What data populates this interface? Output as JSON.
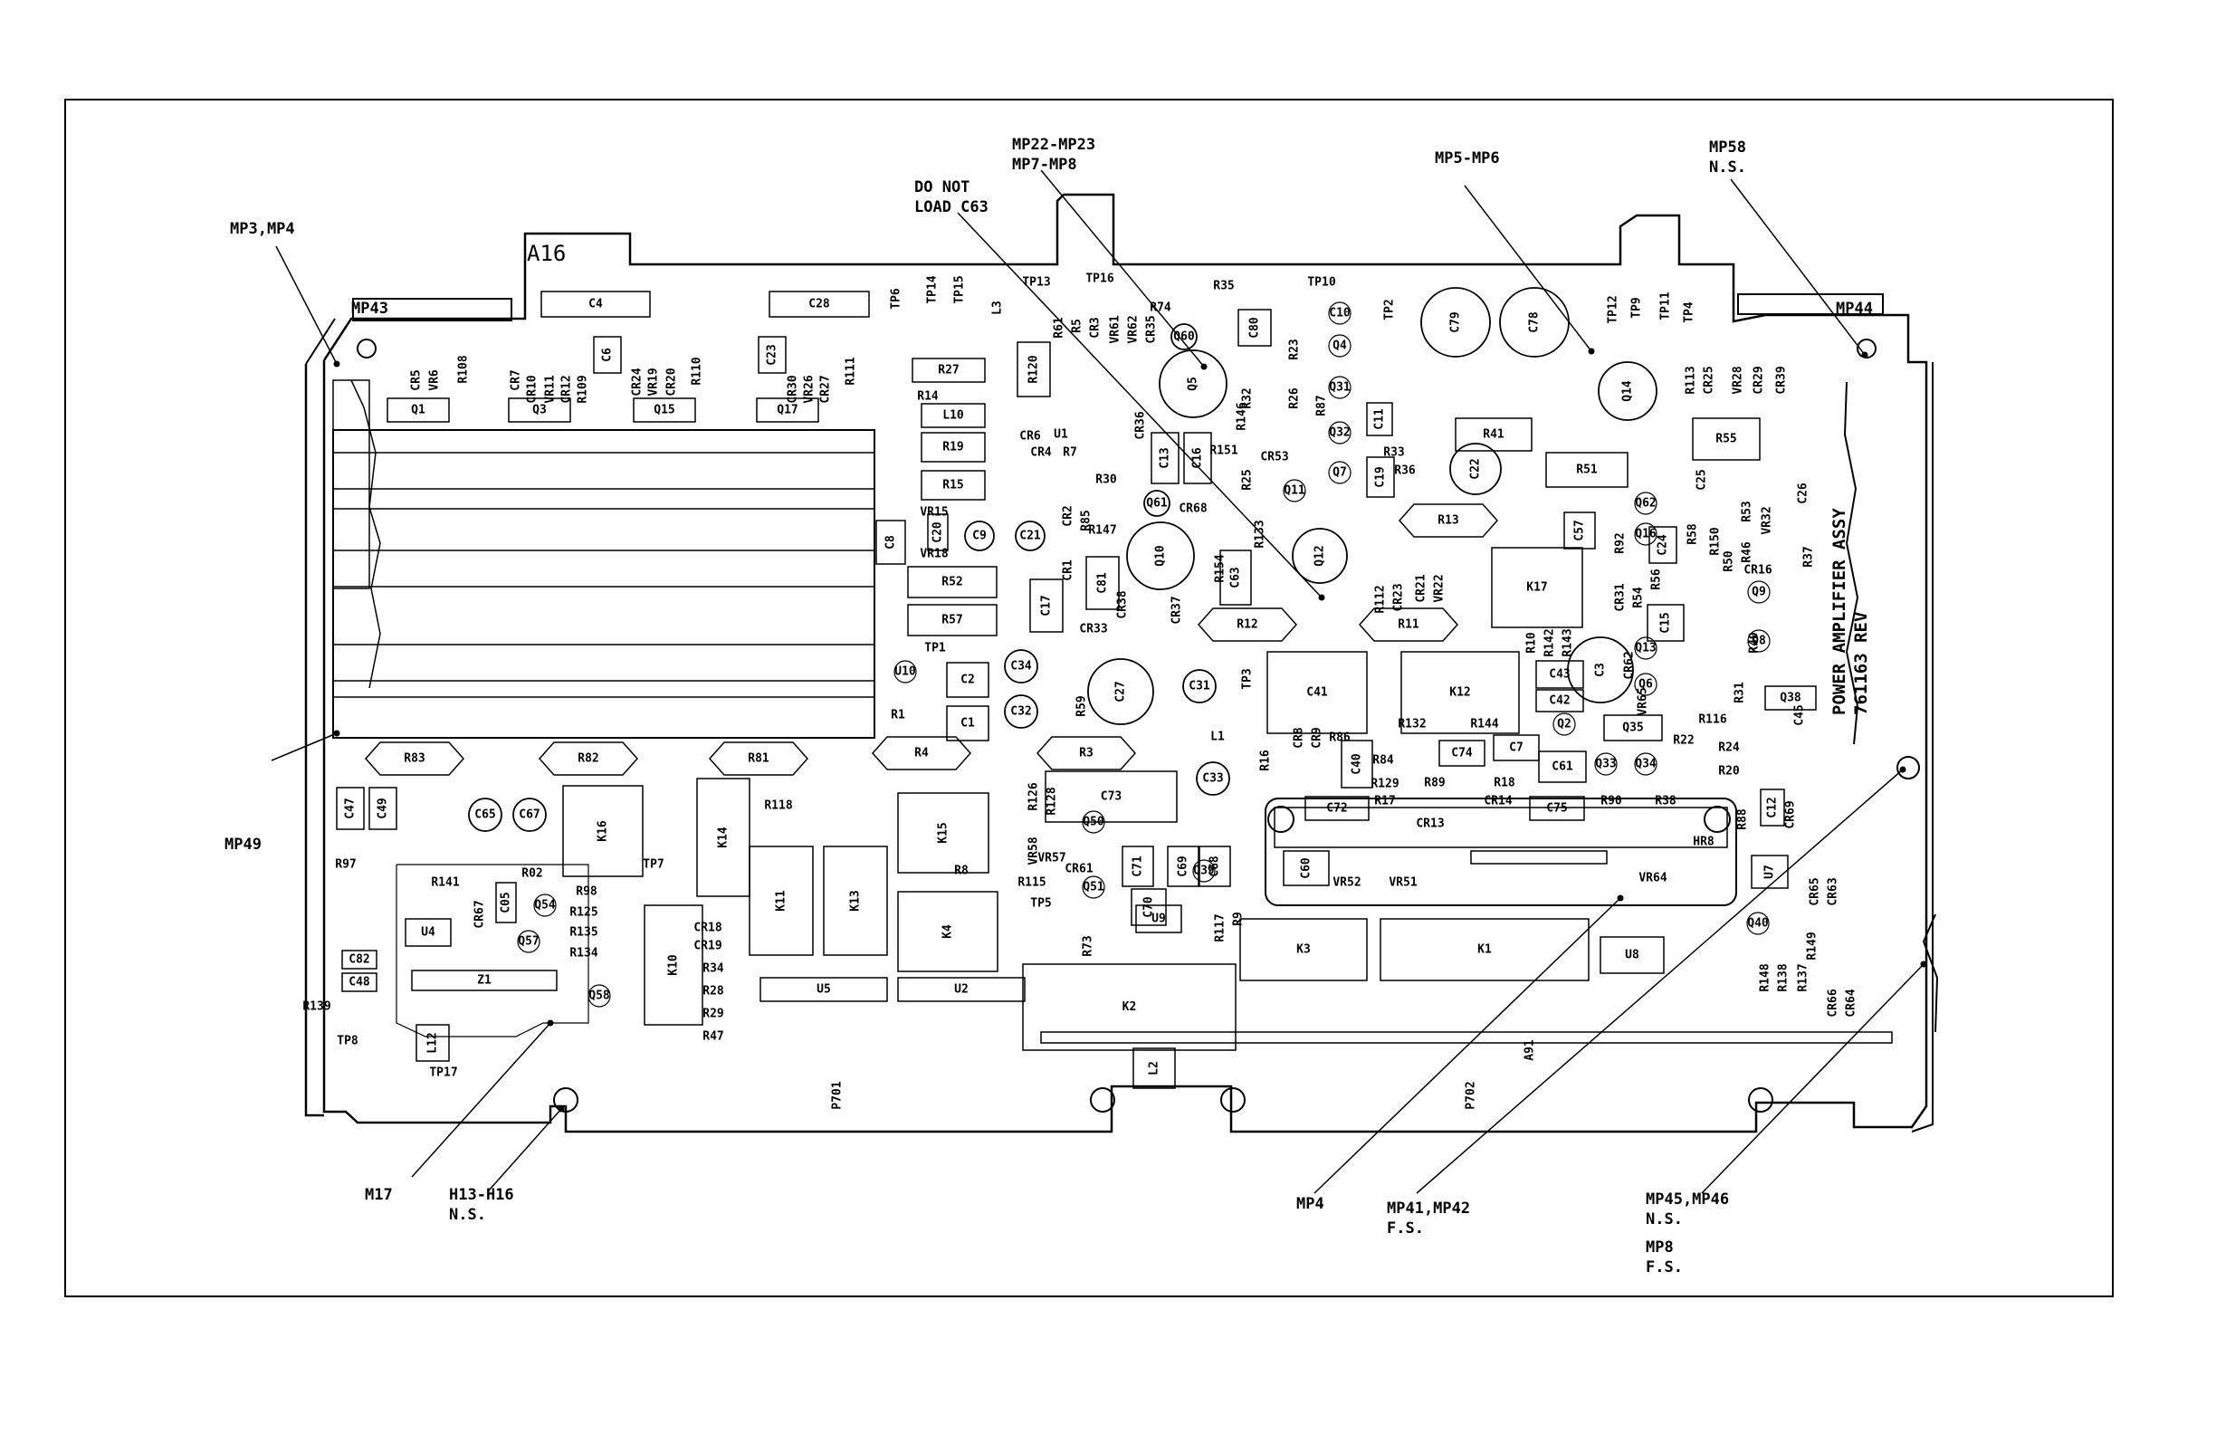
{
  "board": {
    "id_label": "A16",
    "title_line1": "POWER AMPLIFIER ASSY",
    "title_line2": "761163 REV"
  },
  "callouts": [
    {
      "key": "mp3mp4",
      "lines": [
        "MP3,MP4"
      ]
    },
    {
      "key": "mp43",
      "lines": [
        "MP43"
      ]
    },
    {
      "key": "donotload",
      "lines": [
        "DO NOT",
        "LOAD C63"
      ]
    },
    {
      "key": "mp22",
      "lines": [
        "MP22-MP23",
        "MP7-MP8"
      ]
    },
    {
      "key": "mp5",
      "lines": [
        "MP5-MP6"
      ]
    },
    {
      "key": "mp58",
      "lines": [
        "MP58",
        "N.S."
      ]
    },
    {
      "key": "mp44",
      "lines": [
        "MP44"
      ]
    },
    {
      "key": "mp49",
      "lines": [
        "MP49"
      ]
    },
    {
      "key": "m17",
      "lines": [
        "M17"
      ]
    },
    {
      "key": "h13",
      "lines": [
        "H13-H16",
        "N.S."
      ]
    },
    {
      "key": "mp4",
      "lines": [
        "MP4"
      ]
    },
    {
      "key": "mp41",
      "lines": [
        "MP41,MP42",
        "F.S."
      ]
    },
    {
      "key": "mp45",
      "lines": [
        "MP45,MP46",
        "N.S."
      ]
    },
    {
      "key": "mp8",
      "lines": [
        "MP8",
        "F.S."
      ]
    }
  ],
  "components": {
    "boxes": [
      "C4",
      "C28",
      "Q1",
      "Q3",
      "Q15",
      "Q17",
      "C6",
      "C23",
      "R27",
      "L10",
      "R19",
      "R15",
      "R120",
      "C8",
      "C20",
      "R52",
      "R57",
      "C2",
      "C1",
      "C13",
      "C16",
      "C80",
      "C63",
      "C19",
      "C11",
      "R41",
      "R51",
      "R55",
      "C57",
      "C24",
      "C15",
      "C43",
      "C42",
      "Q35",
      "Q38",
      "C61",
      "C40",
      "C74",
      "C7",
      "K17",
      "K12",
      "C41",
      "C17",
      "C81",
      "K16",
      "K14",
      "K11",
      "K13",
      "K15",
      "K4",
      "K10",
      "C47",
      "C49",
      "C05",
      "C73",
      "C71",
      "C69",
      "C68",
      "C70",
      "C72",
      "C75",
      "C60",
      "C12",
      "K3",
      "K1",
      "K2",
      "U4",
      "U5",
      "U2",
      "U9",
      "U8",
      "U7",
      "L12",
      "L2",
      "Z1",
      "C82",
      "C48"
    ],
    "octagons": [
      "R83",
      "R82",
      "R81",
      "R4",
      "R3",
      "R12",
      "R11",
      "R13"
    ],
    "circles": [
      "C79",
      "C78",
      "Q5",
      "Q10",
      "Q14",
      "C27",
      "C31",
      "C33",
      "C34",
      "C32",
      "C9",
      "C21",
      "C65",
      "C67",
      "Q60",
      "Q61",
      "C22",
      "C3",
      "Q12"
    ],
    "small_circles": [
      "C10",
      "Q4",
      "Q31",
      "Q32",
      "Q7",
      "Q11",
      "Q6",
      "Q13",
      "Q8",
      "Q9",
      "Q2",
      "Q33",
      "Q34",
      "Q50",
      "Q51",
      "Q39",
      "Q54",
      "Q57",
      "Q58",
      "Q16",
      "Q62",
      "Q40",
      "U10"
    ],
    "texts": [
      "TP6",
      "TP14",
      "TP15",
      "L3",
      "TP13",
      "TP16",
      "R35",
      "TP10",
      "TP2",
      "TP12",
      "TP9",
      "TP11",
      "TP4",
      "R61",
      "R5",
      "CR3",
      "VR61",
      "VR62",
      "CR35",
      "R74",
      "R23",
      "R32",
      "R146",
      "R26",
      "R87",
      "CR5",
      "VR6",
      "R108",
      "CR7",
      "CR10",
      "VR11",
      "CR12",
      "R109",
      "CR24",
      "VR19",
      "CR20",
      "R110",
      "CR30",
      "VR26",
      "CR27",
      "R111",
      "R14",
      "CR6",
      "CR4",
      "R7",
      "U1",
      "CR36",
      "R151",
      "R25",
      "CR53",
      "R33",
      "R36",
      "R113",
      "CR25",
      "VR28",
      "CR29",
      "CR39",
      "VR15",
      "VR18",
      "CR2",
      "R85",
      "R30",
      "R147",
      "CR68",
      "R133",
      "R154",
      "CR1",
      "CR38",
      "CR37",
      "CR33",
      "TP1",
      "R59",
      "R1",
      "TP3",
      "L1",
      "R16",
      "CR8",
      "CR9",
      "R86",
      "R84",
      "R129",
      "R132",
      "R144",
      "R89",
      "R18",
      "R10",
      "R142",
      "R143",
      "CR31",
      "R54",
      "R56",
      "R92",
      "CR21",
      "VR22",
      "CR23",
      "R112",
      "CR62",
      "VR65",
      "R50",
      "R46",
      "R150",
      "R58",
      "R53",
      "VR32",
      "C26",
      "C25",
      "CR16",
      "R37",
      "R40",
      "R31",
      "R116",
      "C45",
      "R24",
      "R20",
      "R22",
      "R118",
      "R126",
      "R128",
      "VR58",
      "VR57",
      "CR61",
      "R115",
      "TP5",
      "R8",
      "R73",
      "R117",
      "R9",
      "R17",
      "CR13",
      "CR14",
      "R90",
      "R38",
      "HR8",
      "R88",
      "CR69",
      "VR52",
      "VR51",
      "VR64",
      "R97",
      "R141",
      "R02",
      "R98",
      "R125",
      "R135",
      "R134",
      "CR67",
      "TP7",
      "CR18",
      "CR19",
      "R34",
      "R28",
      "R29",
      "R47",
      "R139",
      "TP8",
      "TP17",
      "P701",
      "P702",
      "A91",
      "R149",
      "CR65",
      "CR63",
      "R148",
      "R138",
      "R137",
      "CR66",
      "CR64"
    ]
  }
}
